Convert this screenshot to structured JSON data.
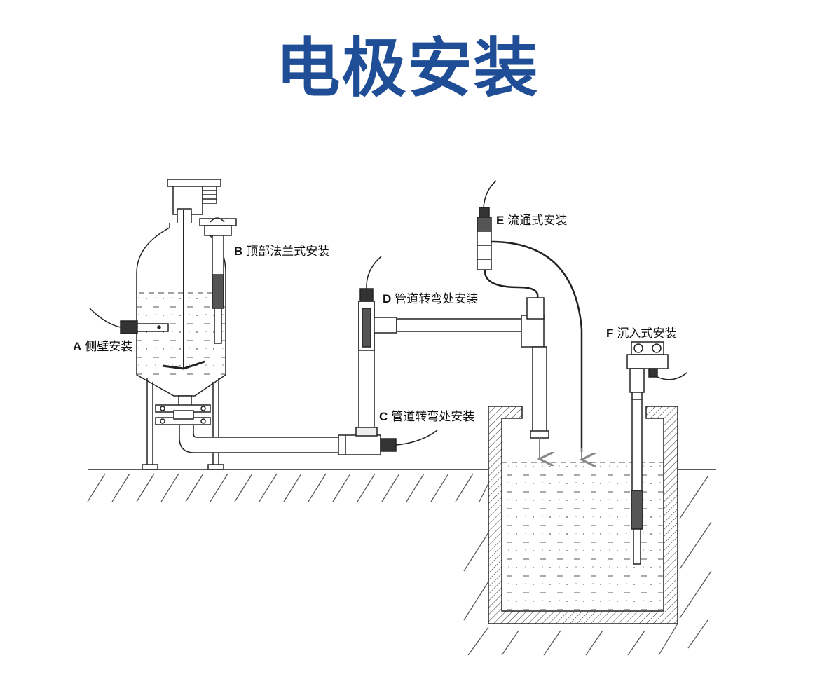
{
  "title": "电极安装",
  "colors": {
    "title": "#1f4e96",
    "line": "#222222",
    "arrow": "#888888"
  },
  "labels": {
    "a": {
      "key": "A",
      "text": "侧壁安装"
    },
    "b": {
      "key": "B",
      "text": "顶部法兰式安装"
    },
    "c": {
      "key": "C",
      "text": "管道转弯处安装"
    },
    "d": {
      "key": "D",
      "text": "管道转弯处安装"
    },
    "e": {
      "key": "E",
      "text": "流通式安装"
    },
    "f": {
      "key": "F",
      "text": "沉入式安装"
    }
  }
}
